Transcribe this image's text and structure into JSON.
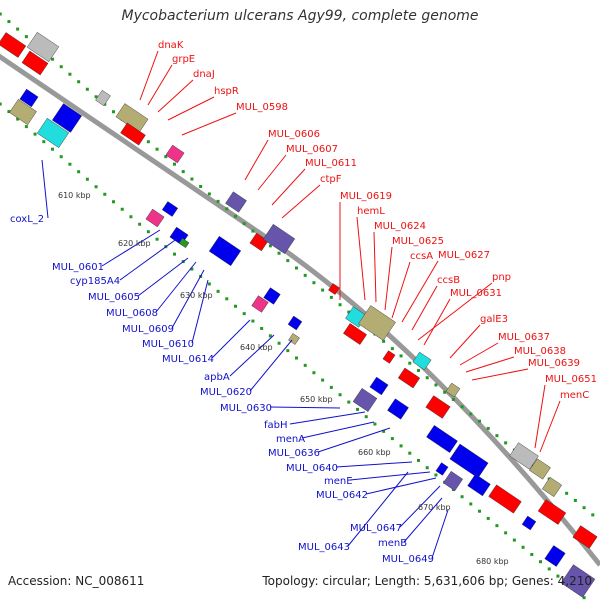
{
  "title": "Mycobacterium ulcerans Agy99, complete genome",
  "accession_text": "Accession: NC_008611",
  "topology_text": "Topology: circular; Length: 5,631,606 bp; Genes: 4,210",
  "colors": {
    "backbone": "#9a9a9a",
    "forward_label": "#ee1111",
    "reverse_label": "#1111cc",
    "tick": "#229922",
    "forward_gene": "#ff0000",
    "reverse_gene": "#0000ee",
    "rna_gene": "#bbbbbb",
    "olive_gene": "#b3ad73",
    "cyan_gene": "#22dddd",
    "magenta_gene": "#ee3388",
    "purple_gene": "#6655aa"
  },
  "kbp_ticks": [
    "610 kbp",
    "620 kbp",
    "630 kbp",
    "640 kbp",
    "650 kbp",
    "660 kbp",
    "670 kbp",
    "680 kbp"
  ],
  "forward_labels": [
    "dnaK",
    "grpE",
    "dnaJ",
    "hspR",
    "MUL_0598",
    "MUL_0606",
    "MUL_0607",
    "MUL_0611",
    "ctpF",
    "MUL_0619",
    "hemL",
    "MUL_0624",
    "MUL_0625",
    "ccsA",
    "MUL_0627",
    "ccsB",
    "pnp",
    "MUL_0631",
    "galE3",
    "MUL_0637",
    "MUL_0638",
    "MUL_0639",
    "MUL_0651",
    "menC"
  ],
  "reverse_labels": [
    "coxL_2",
    "MUL_0601",
    "cyp185A4",
    "MUL_0605",
    "MUL_0608",
    "MUL_0609",
    "MUL_0610",
    "MUL_0614",
    "apbA",
    "MUL_0620",
    "MUL_0630",
    "fabH",
    "menA",
    "MUL_0636",
    "MUL_0640",
    "menE",
    "MUL_0642",
    "MUL_0647",
    "MUL_0643",
    "menB",
    "MUL_0649"
  ]
}
